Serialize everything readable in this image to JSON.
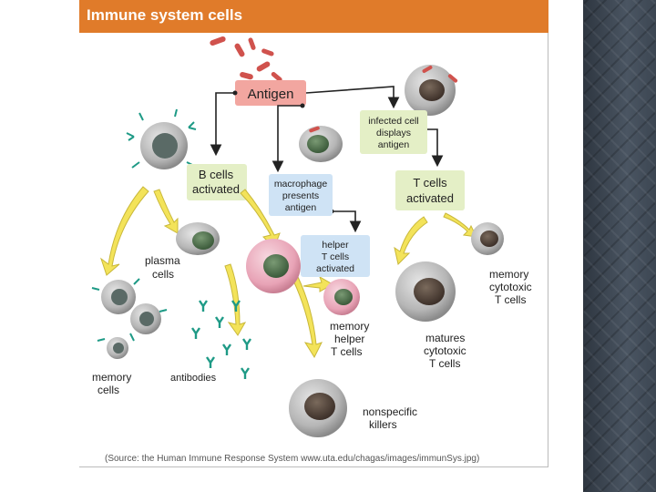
{
  "title": "Immune system cells",
  "labels": {
    "antigen": "Antigen",
    "infected_cell": [
      "infected cell",
      "displays",
      "antigen"
    ],
    "b_cells_activated": [
      "B cells",
      "activated"
    ],
    "macrophage": [
      "macrophage",
      "presents",
      "antigen"
    ],
    "t_cells_activated": [
      "T cells",
      "activated"
    ],
    "helper_t": [
      "helper",
      "T cells",
      "activated"
    ],
    "plasma_cells": [
      "plasma",
      "cells"
    ],
    "memory_cytotoxic": [
      "memory",
      "cytotoxic",
      "T cells"
    ],
    "memory_helper": [
      "memory",
      "helper",
      "T cells"
    ],
    "matures_cytotoxic": [
      "matures",
      "cytotoxic",
      "T cells"
    ],
    "memory_cells": [
      "memory",
      "cells"
    ],
    "antibodies": "antibodies",
    "nonspecific_killers": [
      "nonspecific",
      "killers"
    ]
  },
  "source": "(Source: the Human Immune Response System www.uta.edu/chagas/images/immunSys.jpg)",
  "colors": {
    "title_bar": "#e07b2a",
    "antigen_box": "#f2a6a0",
    "green_box": "#e4efc6",
    "blue_box": "#cfe3f5",
    "arrow_yellow": "#f3e35a",
    "side_band": "#3a4450"
  }
}
